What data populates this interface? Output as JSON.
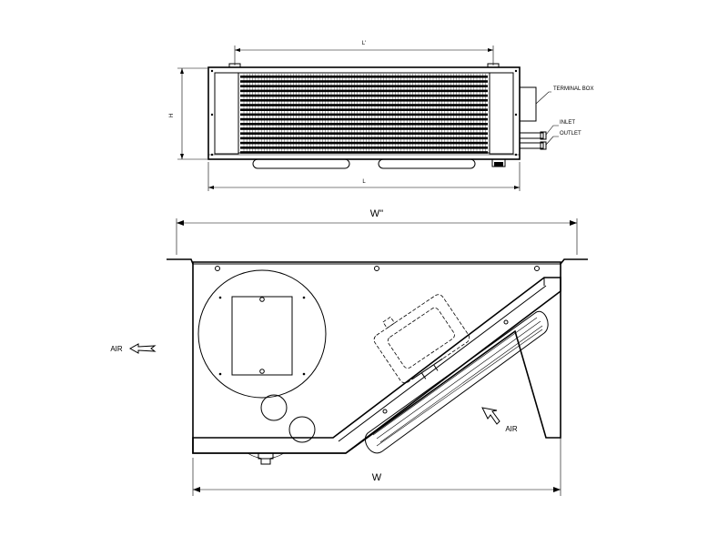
{
  "top_view": {
    "dim_top_label": "L'",
    "dim_bottom_label": "L",
    "dim_side_label": "H",
    "terminal_box_label": "TERMINAL BOX",
    "inlet_label": "INLET",
    "outlet_label": "OUTLET"
  },
  "bottom_view": {
    "dim_top_label": "W''",
    "dim_bottom_label": "W",
    "air_left_label": "AIR",
    "air_right_label": "AIR"
  }
}
